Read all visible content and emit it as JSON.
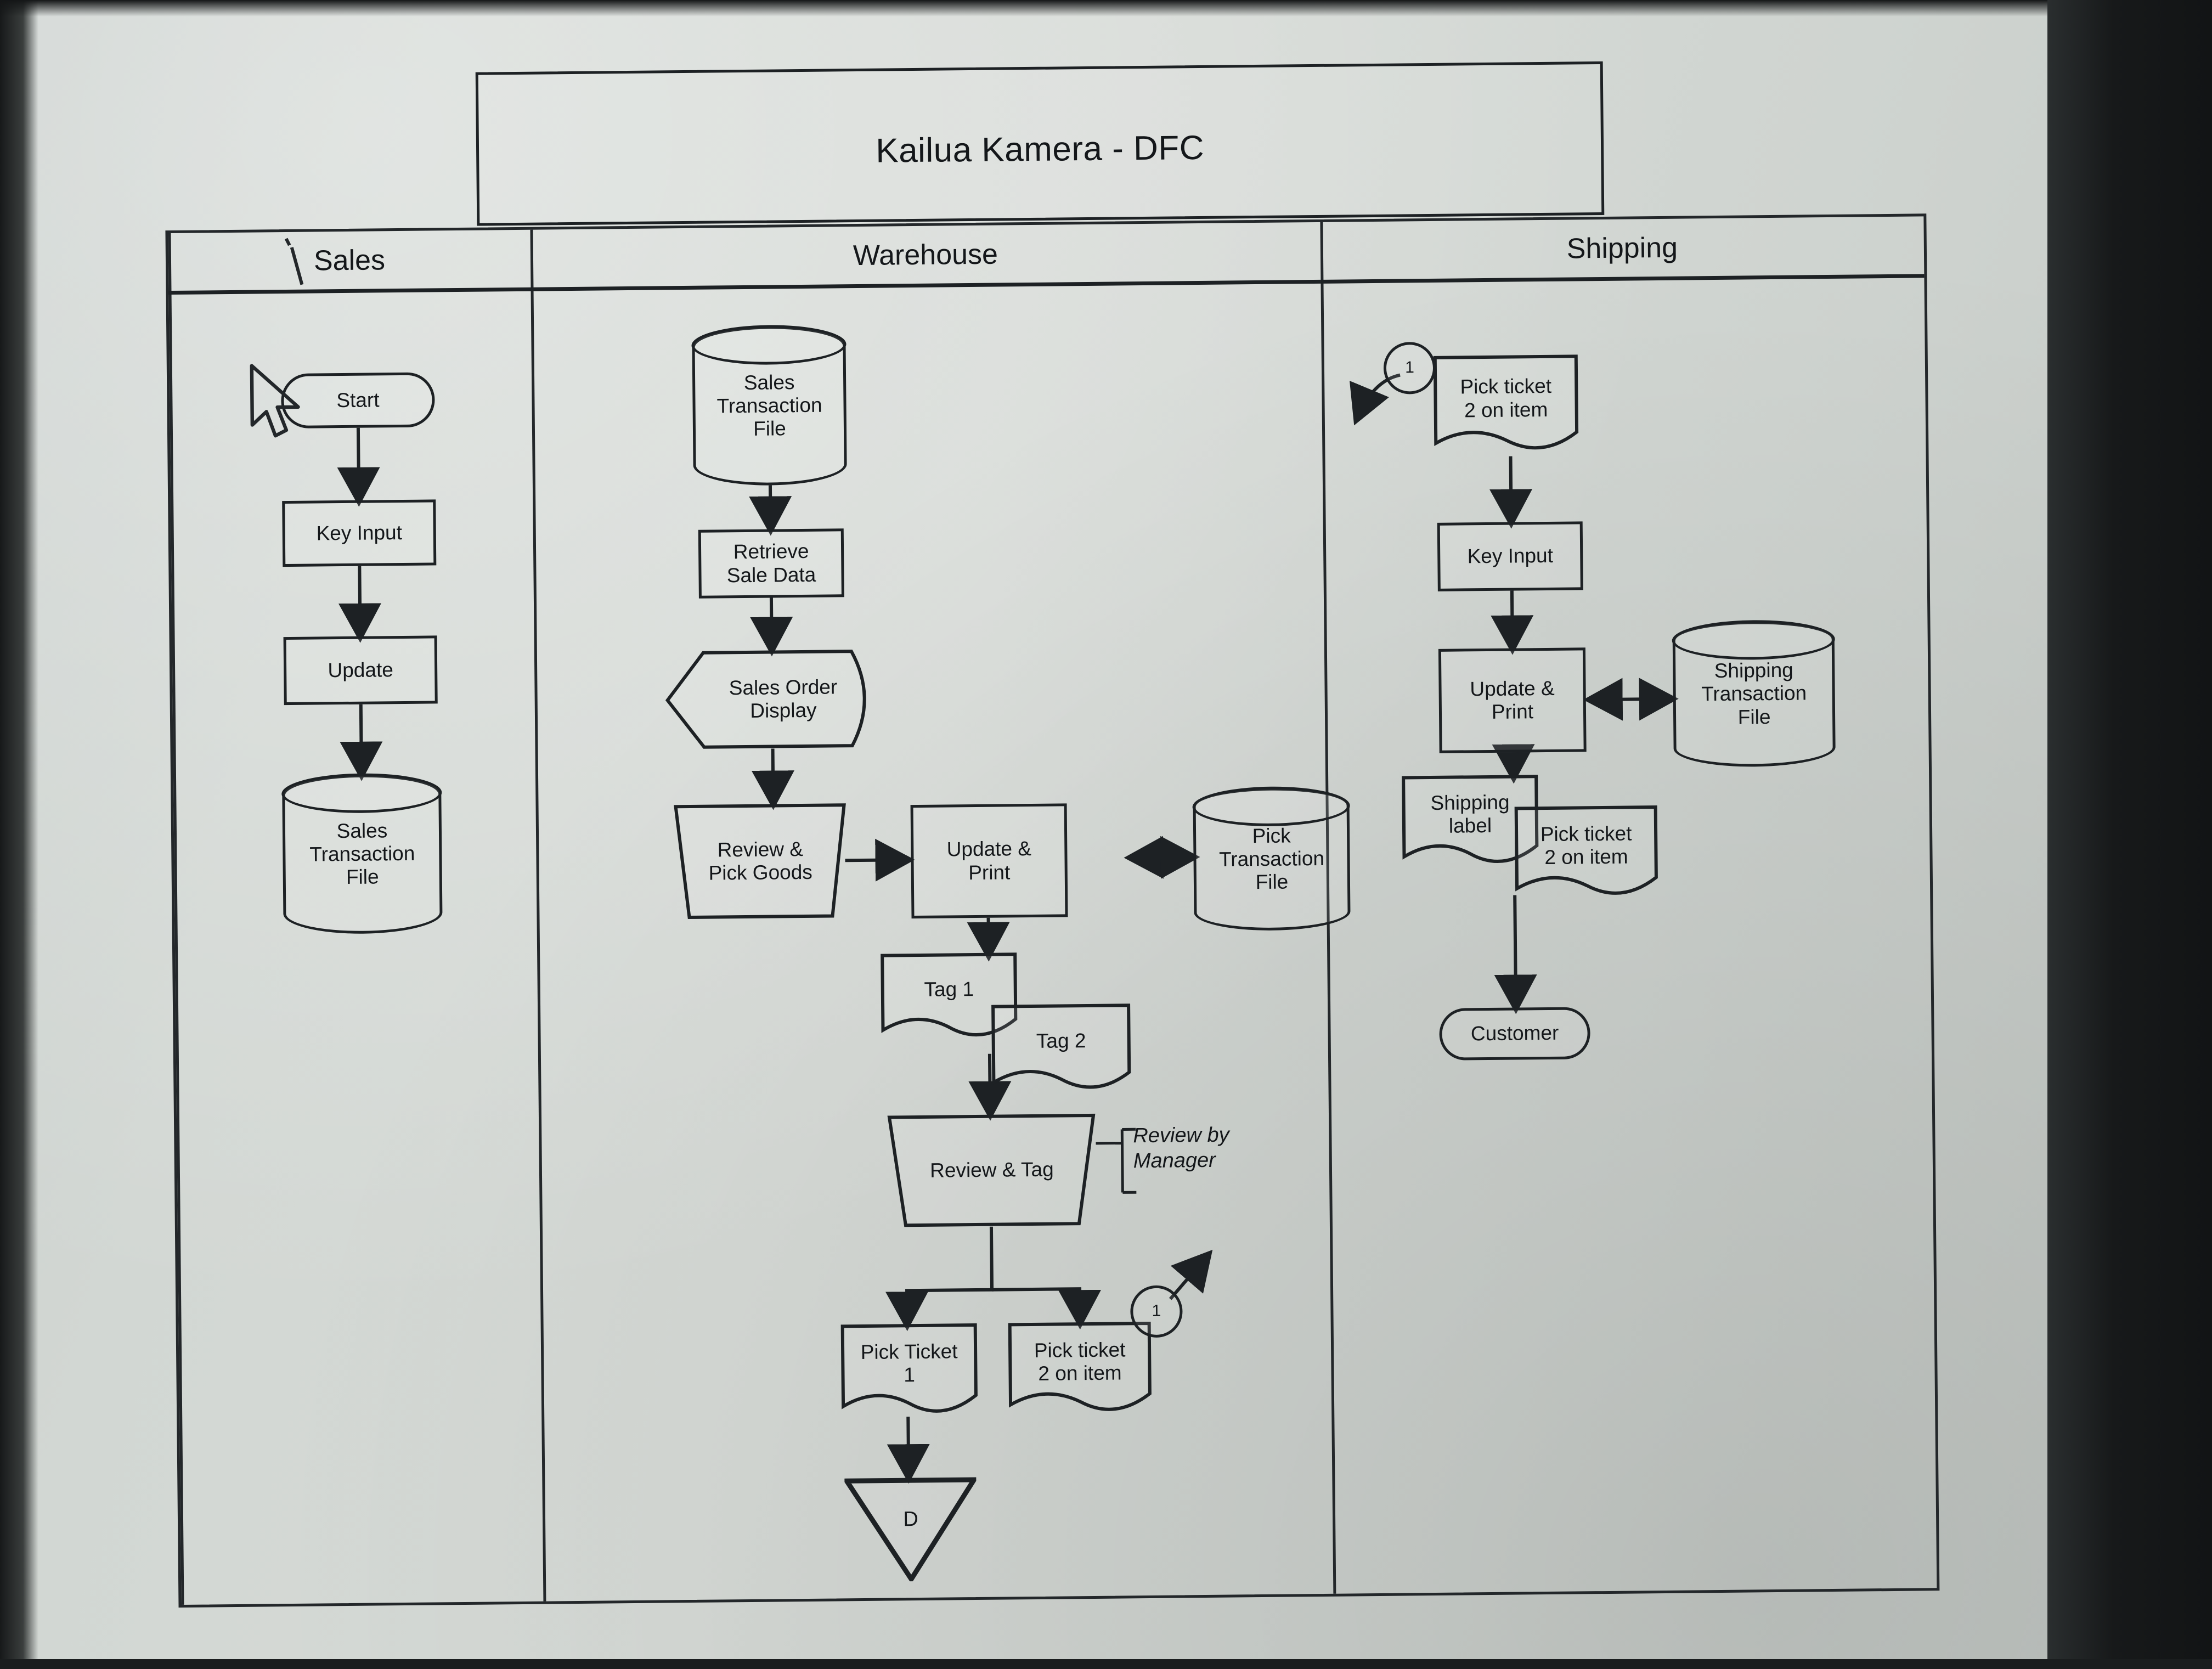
{
  "document": {
    "title": "Kailua Kamera - DFC",
    "type": "cross-functional flowchart (document flowchart)"
  },
  "lanes": [
    {
      "id": "sales",
      "header": "Sales"
    },
    {
      "id": "warehouse",
      "header": "Warehouse"
    },
    {
      "id": "shipping",
      "header": "Shipping"
    }
  ],
  "nodes": {
    "sales": [
      {
        "id": "s-start",
        "label": "Start",
        "shape": "terminator"
      },
      {
        "id": "s-key",
        "label": "Key Input",
        "shape": "process"
      },
      {
        "id": "s-update",
        "label": "Update",
        "shape": "process"
      },
      {
        "id": "s-file",
        "label": "Sales\nTransaction\nFile",
        "shape": "datastore"
      }
    ],
    "warehouse": [
      {
        "id": "w-file",
        "label": "Sales\nTransaction\nFile",
        "shape": "datastore"
      },
      {
        "id": "w-retrieve",
        "label": "Retrieve\nSale Data",
        "shape": "process"
      },
      {
        "id": "w-display",
        "label": "Sales Order\nDisplay",
        "shape": "display"
      },
      {
        "id": "w-review",
        "label": "Review &\nPick Goods",
        "shape": "manual-operation"
      },
      {
        "id": "w-update",
        "label": "Update &\nPrint",
        "shape": "process"
      },
      {
        "id": "w-pickfile",
        "label": "Pick\nTransaction\nFile",
        "shape": "datastore"
      },
      {
        "id": "w-tag1",
        "label": "Tag 1",
        "shape": "document"
      },
      {
        "id": "w-tag2",
        "label": "Tag 2",
        "shape": "document"
      },
      {
        "id": "w-revtag",
        "label": "Review & Tag",
        "shape": "manual-operation"
      },
      {
        "id": "w-pt1",
        "label": "Pick Ticket\n1",
        "shape": "document"
      },
      {
        "id": "w-pt2",
        "label": "Pick ticket\n2 on item",
        "shape": "document"
      },
      {
        "id": "w-conn1",
        "label": "1",
        "shape": "connector"
      },
      {
        "id": "w-d",
        "label": "D",
        "shape": "offpage-triangle"
      }
    ],
    "shipping": [
      {
        "id": "sh-conn1",
        "label": "1",
        "shape": "connector"
      },
      {
        "id": "sh-pt2",
        "label": "Pick ticket\n2 on item",
        "shape": "document"
      },
      {
        "id": "sh-key",
        "label": "Key Input",
        "shape": "process"
      },
      {
        "id": "sh-update",
        "label": "Update &\nPrint",
        "shape": "process"
      },
      {
        "id": "sh-file",
        "label": "Shipping\nTransaction\nFile",
        "shape": "datastore"
      },
      {
        "id": "sh-label",
        "label": "Shipping\nlabel",
        "shape": "document"
      },
      {
        "id": "sh-pt2b",
        "label": "Pick ticket\n2 on item",
        "shape": "document"
      },
      {
        "id": "sh-cust",
        "label": "Customer",
        "shape": "terminator"
      }
    ]
  },
  "annotations": [
    {
      "id": "review-by-manager",
      "text": "Review by\nManager",
      "style": "italic-bracket"
    }
  ],
  "node_labels": {
    "s_start": "Start",
    "s_key": "Key Input",
    "s_update": "Update",
    "s_file_l1": "Sales",
    "s_file_l2": "Transaction",
    "s_file_l3": "File",
    "w_file_l1": "Sales",
    "w_file_l2": "Transaction",
    "w_file_l3": "File",
    "w_retrieve_l1": "Retrieve",
    "w_retrieve_l2": "Sale Data",
    "w_display_l1": "Sales Order",
    "w_display_l2": "Display",
    "w_review_l1": "Review &",
    "w_review_l2": "Pick Goods",
    "w_update_l1": "Update &",
    "w_update_l2": "Print",
    "w_pickfile_l1": "Pick",
    "w_pickfile_l2": "Transaction",
    "w_pickfile_l3": "File",
    "w_tag1": "Tag 1",
    "w_tag2": "Tag 2",
    "w_revtag": "Review & Tag",
    "w_pt1_l1": "Pick Ticket",
    "w_pt1_l2": "1",
    "w_pt2_l1": "Pick ticket",
    "w_pt2_l2": "2 on item",
    "w_conn1": "1",
    "w_d": "D",
    "sh_conn1": "1",
    "sh_pt2_l1": "Pick ticket",
    "sh_pt2_l2": "2 on item",
    "sh_key": "Key Input",
    "sh_update_l1": "Update &",
    "sh_update_l2": "Print",
    "sh_file_l1": "Shipping",
    "sh_file_l2": "Transaction",
    "sh_file_l3": "File",
    "sh_label_l1": "Shipping",
    "sh_label_l2": "label",
    "sh_pt2b_l1": "Pick ticket",
    "sh_pt2b_l2": "2 on item",
    "sh_cust": "Customer",
    "annot_l1": "Review by",
    "annot_l2": "Manager"
  },
  "colors": {
    "paper": "#d2d7d3",
    "ink": "#14171a",
    "background_dark": "#17191a"
  }
}
